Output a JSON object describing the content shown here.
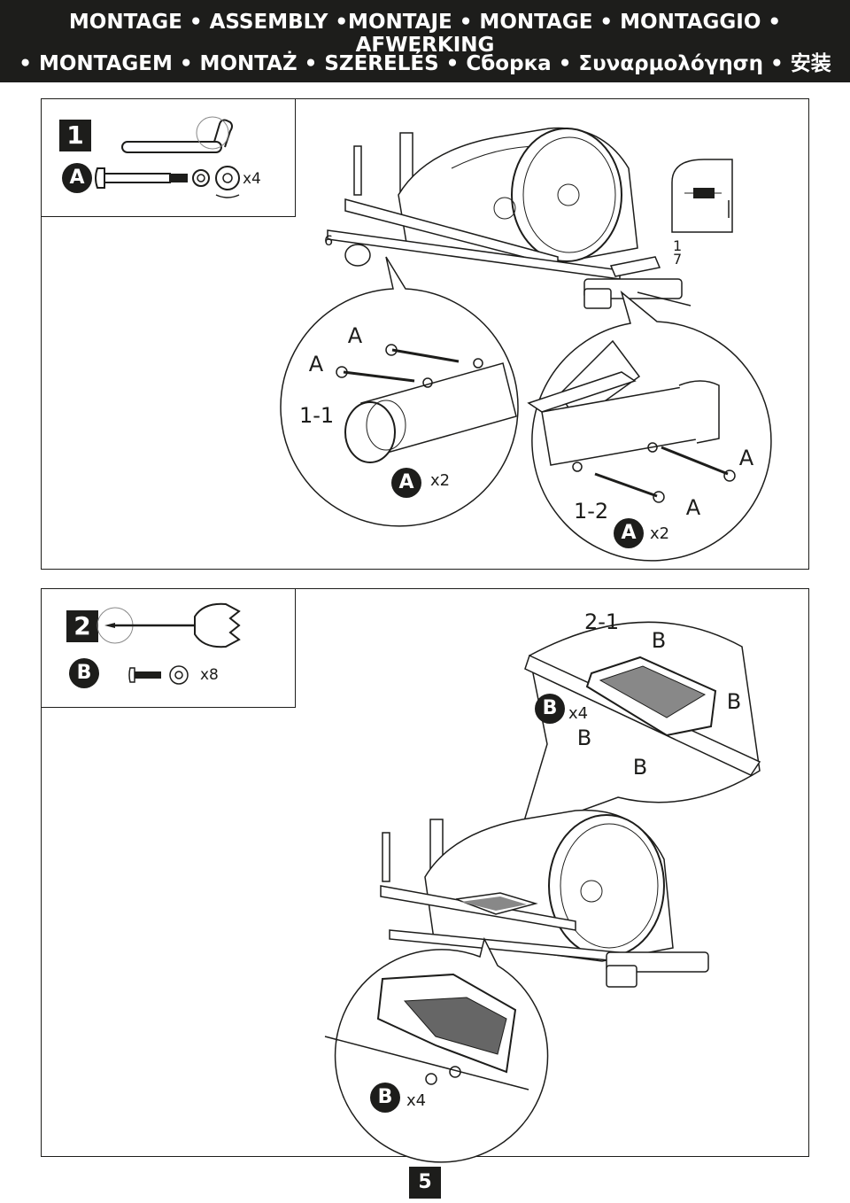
{
  "header": {
    "line1": "MONTAGE • ASSEMBLY •MONTAJE • MONTAGE • MONTAGGIO • AFWERKING",
    "line2": "• MONTAGEM • MONTAŻ • SZERELÉS • Сборка • Συναρμολόγηση • 安装"
  },
  "step1": {
    "number": "1",
    "part_letter": "A",
    "part_qty": "x4",
    "callout_number_top_right_a": "1",
    "callout_number_top_right_b": "7",
    "callout_number_left": "6",
    "detail_1_1": {
      "label": "1-1",
      "part_a1": "A",
      "part_a2": "A",
      "badge": "A",
      "qty": "x2"
    },
    "detail_1_2": {
      "label": "1-2",
      "part_a1": "A",
      "part_a2": "A",
      "badge": "A",
      "qty": "x2"
    }
  },
  "step2": {
    "number": "2",
    "part_letter": "B",
    "part_qty": "x8",
    "detail_2_1": {
      "label": "2-1",
      "b1": "B",
      "b2": "B",
      "b3": "B",
      "b4": "B",
      "badge": "B",
      "qty": "x4"
    },
    "detail_bottom": {
      "badge": "B",
      "qty": "x4"
    }
  },
  "page_number": "5"
}
